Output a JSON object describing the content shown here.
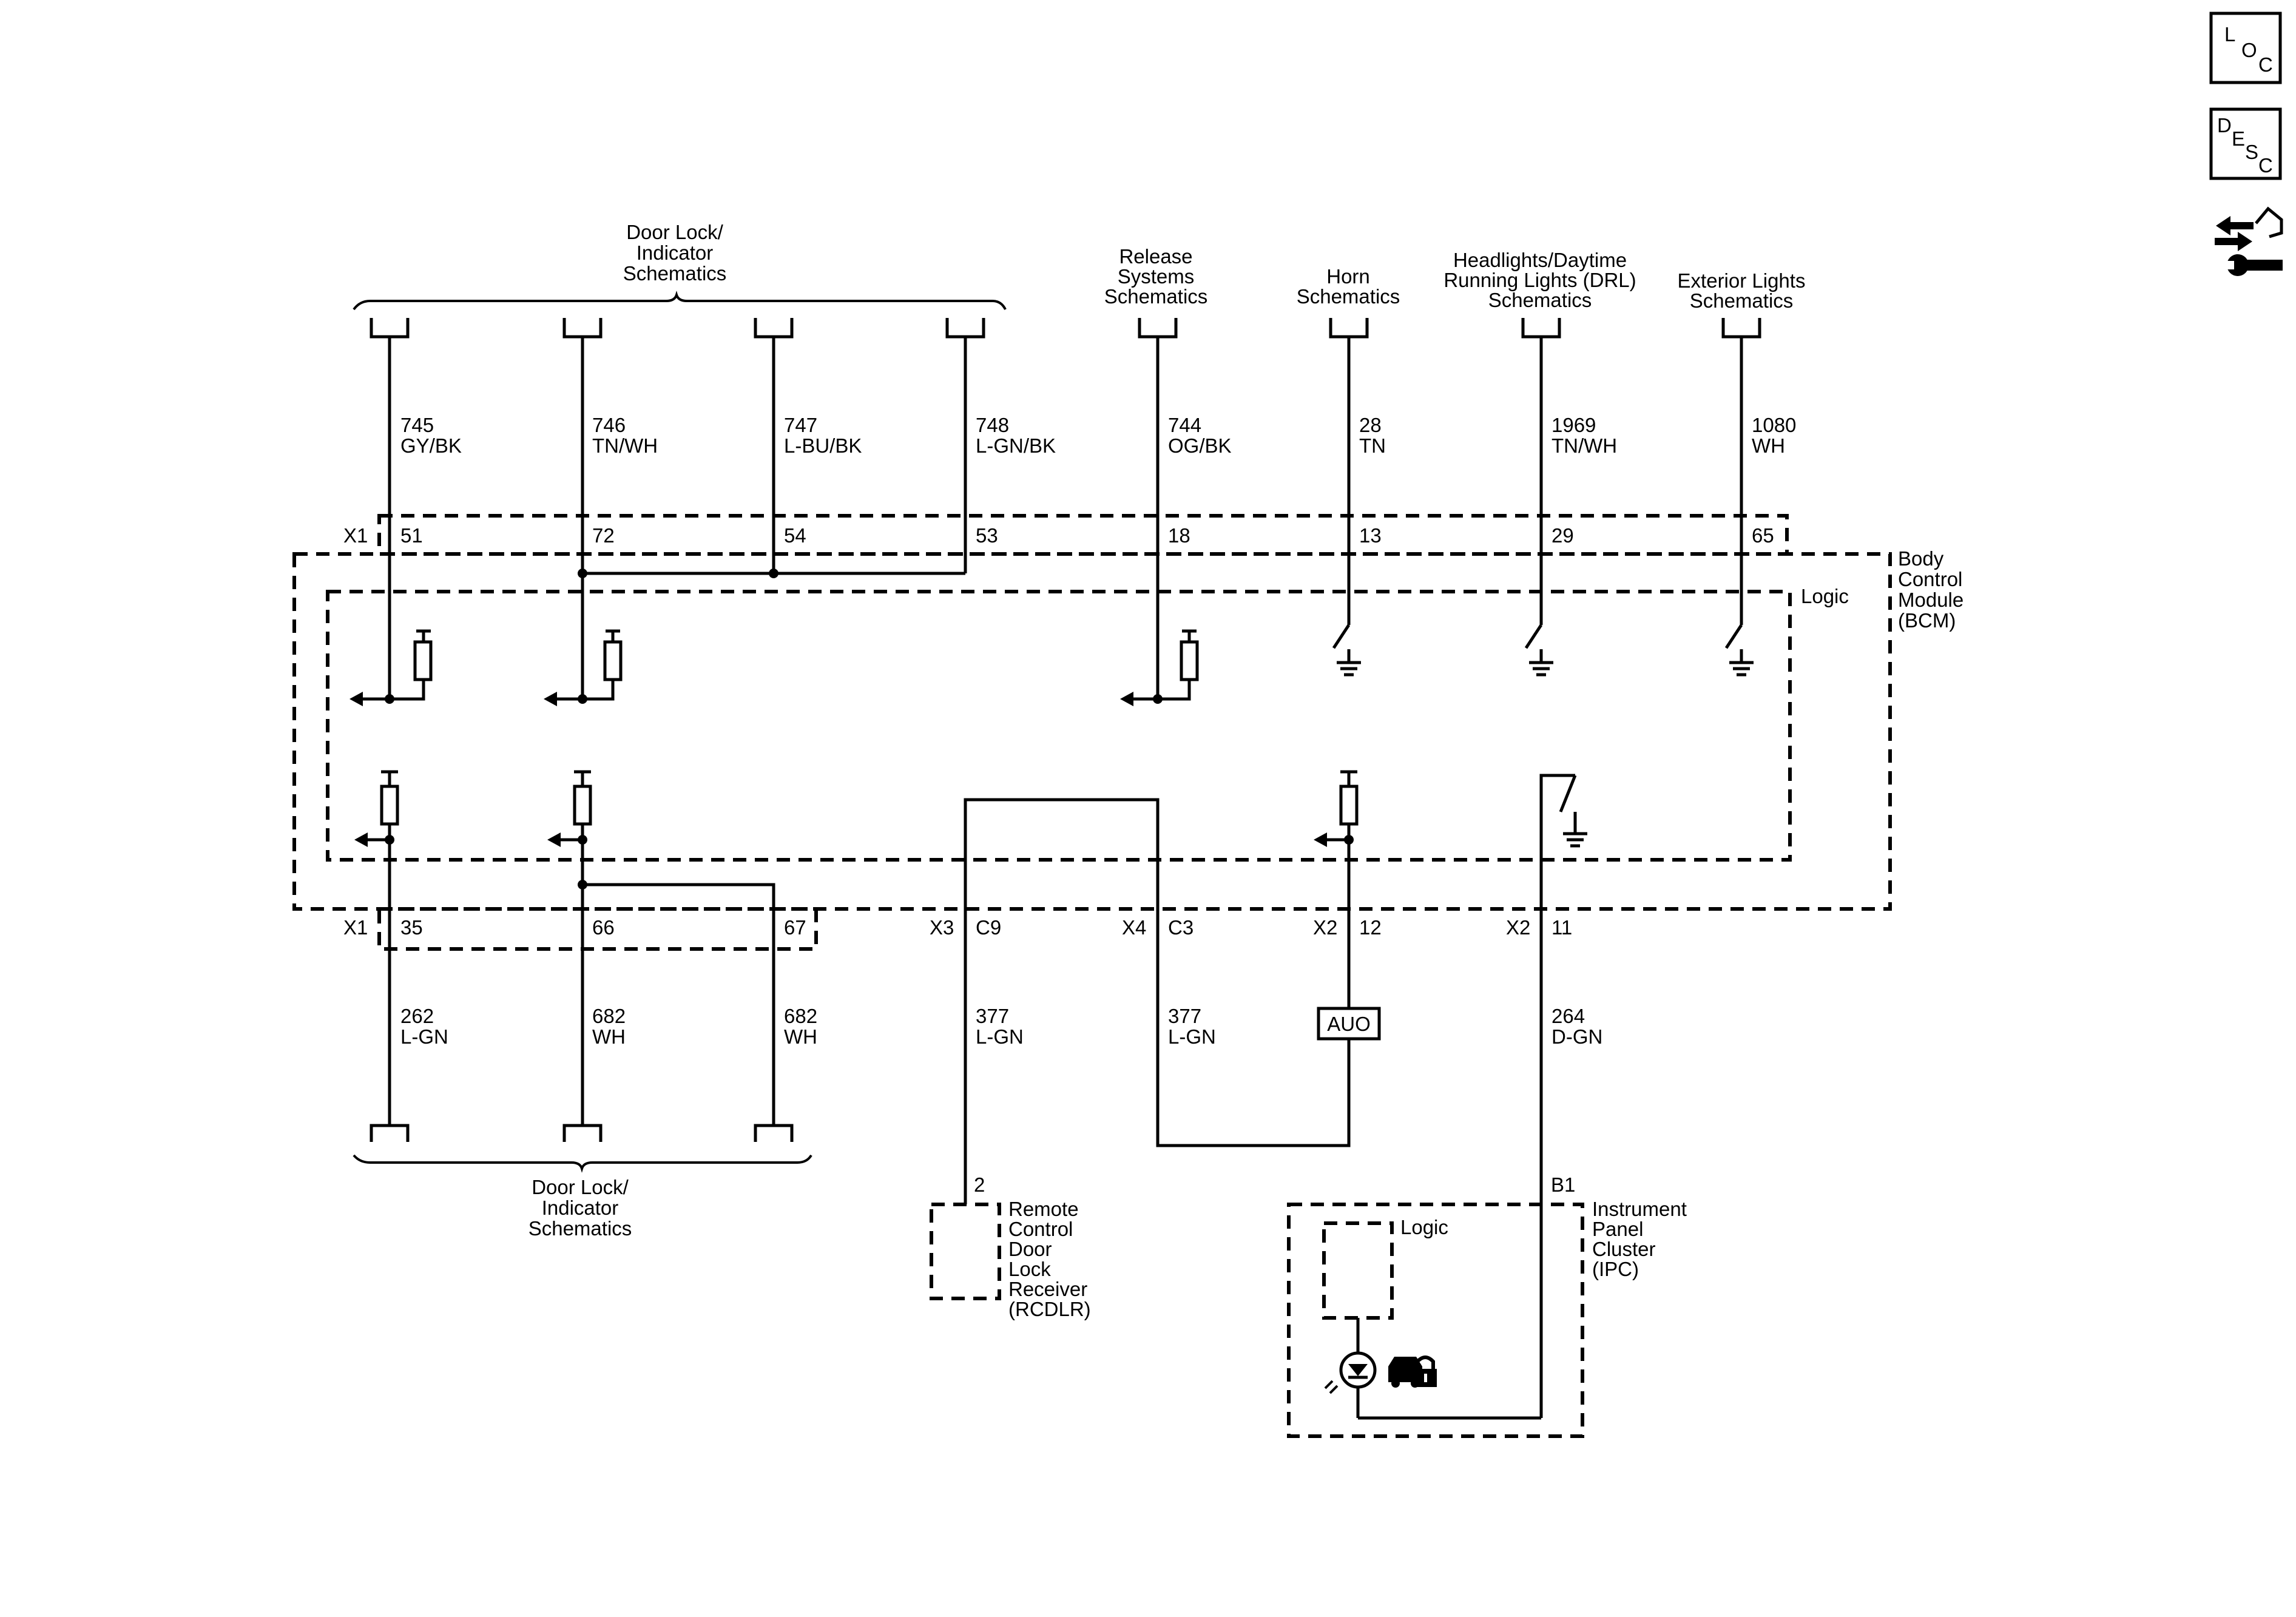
{
  "nav_icons": {
    "loc": [
      "L",
      "O",
      "C"
    ],
    "desc": [
      "D",
      "E",
      "S",
      "C"
    ],
    "tools_icon": "wrench-arrows-icon"
  },
  "groups": {
    "door_lock_top": [
      "Door Lock/",
      "Indicator",
      "Schematics"
    ],
    "release": [
      "Release",
      "Systems",
      "Schematics"
    ],
    "horn": [
      "Horn",
      "Schematics"
    ],
    "headlights": [
      "Headlights/Daytime",
      "Running Lights (DRL)",
      "Schematics"
    ],
    "exterior": [
      "Exterior Lights",
      "Schematics"
    ],
    "door_lock_bottom": [
      "Door Lock/",
      "Indicator",
      "Schematics"
    ]
  },
  "top_wires": [
    {
      "circuit": "745",
      "color": "GY/BK",
      "pin": "51"
    },
    {
      "circuit": "746",
      "color": "TN/WH",
      "pin": "72"
    },
    {
      "circuit": "747",
      "color": "L-BU/BK",
      "pin": "54"
    },
    {
      "circuit": "748",
      "color": "L-GN/BK",
      "pin": "53"
    },
    {
      "circuit": "744",
      "color": "OG/BK",
      "pin": "18"
    },
    {
      "circuit": "28",
      "color": "TN",
      "pin": "13"
    },
    {
      "circuit": "1969",
      "color": "TN/WH",
      "pin": "29"
    },
    {
      "circuit": "1080",
      "color": "WH",
      "pin": "65"
    }
  ],
  "bottom_wires": [
    {
      "circuit": "262",
      "color": "L-GN",
      "pin": "35"
    },
    {
      "circuit": "682",
      "color": "WH",
      "pin": "66"
    },
    {
      "circuit": "682",
      "color": "WH",
      "pin": "67"
    },
    {
      "circuit": "377",
      "color": "L-GN",
      "pin": "C9"
    },
    {
      "circuit": "377",
      "color": "L-GN",
      "pin": "C3"
    },
    {
      "circuit": "",
      "color": "",
      "pin": "12"
    },
    {
      "circuit": "264",
      "color": "D-GN",
      "pin": "11"
    }
  ],
  "connectors": {
    "x1_top": "X1",
    "x1_bottom": "X1",
    "x3": "X3",
    "x4": "X4",
    "x2a": "X2",
    "x2b": "X2"
  },
  "bcm": {
    "name": [
      "Body",
      "Control",
      "Module",
      "(BCM)"
    ],
    "logic": "Logic"
  },
  "auo": "AUO",
  "rcdlr": {
    "pin": "2",
    "name": [
      "Remote",
      "Control",
      "Door",
      "Lock",
      "Receiver",
      "(RCDLR)"
    ]
  },
  "ipc": {
    "pin": "B1",
    "name": [
      "Instrument",
      "Panel",
      "Cluster",
      "(IPC)"
    ],
    "logic": "Logic",
    "indicator_icon": "car-lock-indicator-icon"
  }
}
